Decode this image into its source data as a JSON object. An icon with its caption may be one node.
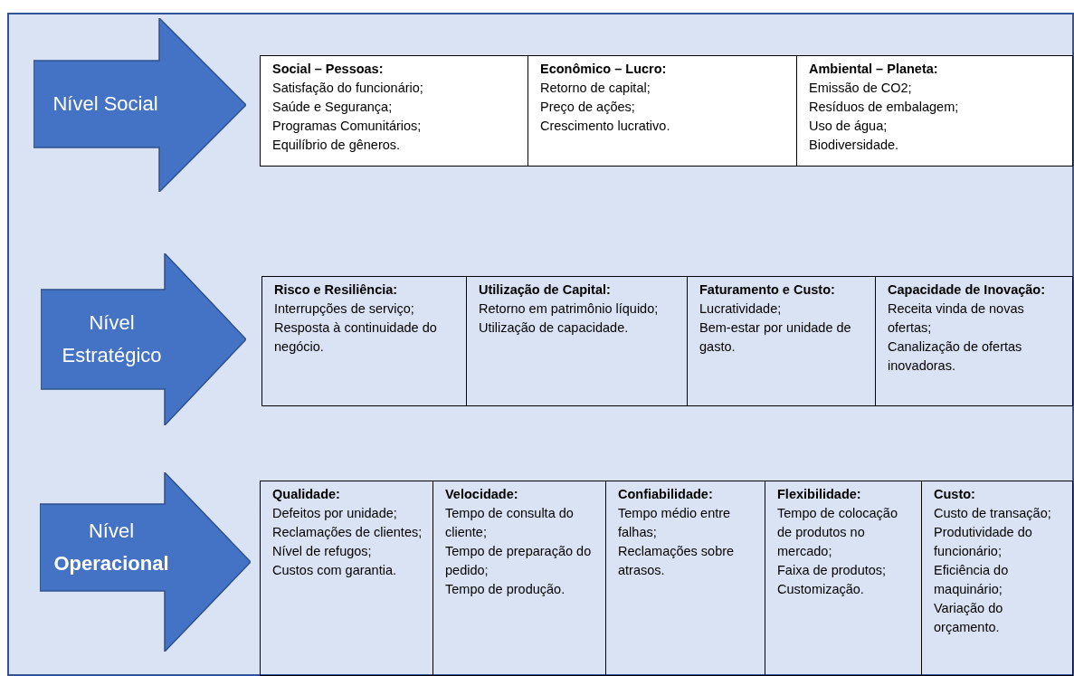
{
  "diagram": {
    "nodes": [
      {
        "text": [
          "Nível Social"
        ]
      },
      {
        "text": [
          "Social – Pessoas:",
          "Satisfação do funcionário;",
          "Saúde e Segurança;",
          "Programas Comunitários;",
          "Equilíbrio de gêneros."
        ]
      },
      {
        "text": [
          "Econômico – Lucro:",
          "Retorno de capital;",
          "Preço de ações;",
          "Crescimento lucrativo."
        ]
      },
      {
        "text": [
          "Ambiental – Planeta:",
          "Emissão de CO2;",
          "Resíduos de embalagem;",
          "Uso de água;",
          "Biodiversidade."
        ]
      },
      {
        "text": [
          "Nível Estratégico"
        ]
      },
      {
        "text": [
          "Risco e Resiliência:",
          "Interrupções de serviço;",
          "Resposta à continuidade do negócio."
        ]
      },
      {
        "text": [
          "Utilização de Capital:",
          "Retorno em patrimônio líquido;",
          "Utilização de capacidade."
        ]
      },
      {
        "text": [
          "Faturamento e Custo:",
          "Lucratividade;",
          "Bem-estar por unidade de gasto."
        ]
      },
      {
        "text": [
          "Capacidade de Inovação:",
          "Receita vinda de novas ofertas;",
          "Canalização de ofertas inovadoras."
        ]
      },
      {
        "text": [
          "Nível **Operacional**"
        ]
      },
      {
        "text": [
          "Qualidade:",
          "Defeitos por unidade;",
          "Reclamações de clientes;",
          "Nível de refugos;",
          "Custos com garantia."
        ]
      },
      {
        "text": [
          "Velocidade:",
          "Tempo de consulta do cliente;",
          "Tempo de preparação do pedido;",
          "Tempo de produção."
        ]
      },
      {
        "text": [
          "Confiabilidade:",
          "Tempo médio entre falhas;",
          "Reclamações sobre atrasos."
        ]
      },
      {
        "text": [
          "Flexibilidade:",
          "Tempo de colocação de produtos no mercado;",
          "Faixa de produtos;",
          "Customização."
        ]
      },
      {
        "text": [
          "Custo:",
          "Custo de transação;",
          "Produtividade do funcionário;",
          "Eficiência do maquinário;",
          "Variação do orçamento."
        ]
      }
    ]
  }
}
